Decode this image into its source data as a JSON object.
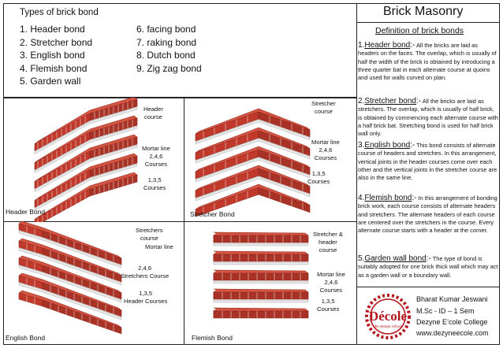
{
  "types": {
    "title": "Types of brick bond",
    "col1": [
      "1.   Header bond",
      "2.   Stretcher bond",
      "3.   English bond",
      "4.   Flemish bond",
      "5.   Garden wall"
    ],
    "col2": [
      "6.  facing bond",
      "7. raking bond",
      "8.  Dutch bond",
      "9. Zig zag bond"
    ]
  },
  "right": {
    "title": "Brick Masonry",
    "subtitle": "Definition of brick bonds",
    "defs": [
      {
        "head": "Header bond",
        "num": "1.",
        "sep": ":-",
        "body": "All the bricks are laid as headers on the faces. The overlap, which is usually of half the width of the brick is obtained by introducing a three quarter bat in each alternate course at quoins and used for walls curved on plan."
      },
      {
        "head": "Stretcher bond",
        "num": "2.",
        "sep": ":-",
        "body": "All the bricks are laid as stretchers. The overlap, which is usually of half brick, is obtained by commencing each alternate course with a half brick bat. Stretching bond is used for half brick wall only."
      },
      {
        "head": "English bond",
        "num": "3.",
        "sep": ":-",
        "body": "This bond consists of alternate course of headers and stretches. In this arrangement, vertical joints in the header courses come over each other and the vertical joints in the stretcher course are also in the same line."
      },
      {
        "head": "Flemish bond",
        "num": "4.",
        "sep": ":-",
        "body": "In this arrangement of bonding brick work, each course consists of alternate headers and stretchers. The alternate headers of each course are centered over the stretchers in the course. Every alternate course starts with a header at the corner."
      },
      {
        "head": "Garden wall bond",
        "num": "5.",
        "sep": ":-",
        "body": "The type of bond is suitably adopted for one brick thick wall which may act as a garden wall or a boundary wall."
      }
    ],
    "credit": [
      "Bharat Kumar Jeswani",
      "M.Sc  - ID – 1 Sem",
      "Dezyne E’cole College",
      "www.dezyneecole.com"
    ],
    "logo_text": "Décole",
    "logo_sub": "the design school"
  },
  "panels": {
    "header": {
      "caption": "Header Bond",
      "labels": [
        "Header\ncourse",
        "Mortar line\n2,4,6\nCourses",
        "1,3,5\nCourses"
      ]
    },
    "stretcher": {
      "caption": "Stretcher Bond",
      "labels": [
        "Stretcher\ncourse",
        "Mortar line\n2,4,6\nCourses",
        "1,3,5\nCourses"
      ]
    },
    "english": {
      "caption": "English Bond",
      "labels": [
        "Stretchers\ncourse",
        "Mortar line",
        "2,4,6\nStretchers Course",
        "1,3,5\nHeader Courses"
      ]
    },
    "flemish": {
      "caption": "Flemish Bond",
      "labels": [
        "Stretcher &\nheader\ncourse",
        "Mortar line\n2,4,6\nCourses",
        "1,3,5\nCourses"
      ]
    }
  },
  "colors": {
    "brick": "#c0392b",
    "brick_dark": "#8e2418",
    "mortar": "#e8e8e8",
    "logo_red": "#b3141b"
  }
}
